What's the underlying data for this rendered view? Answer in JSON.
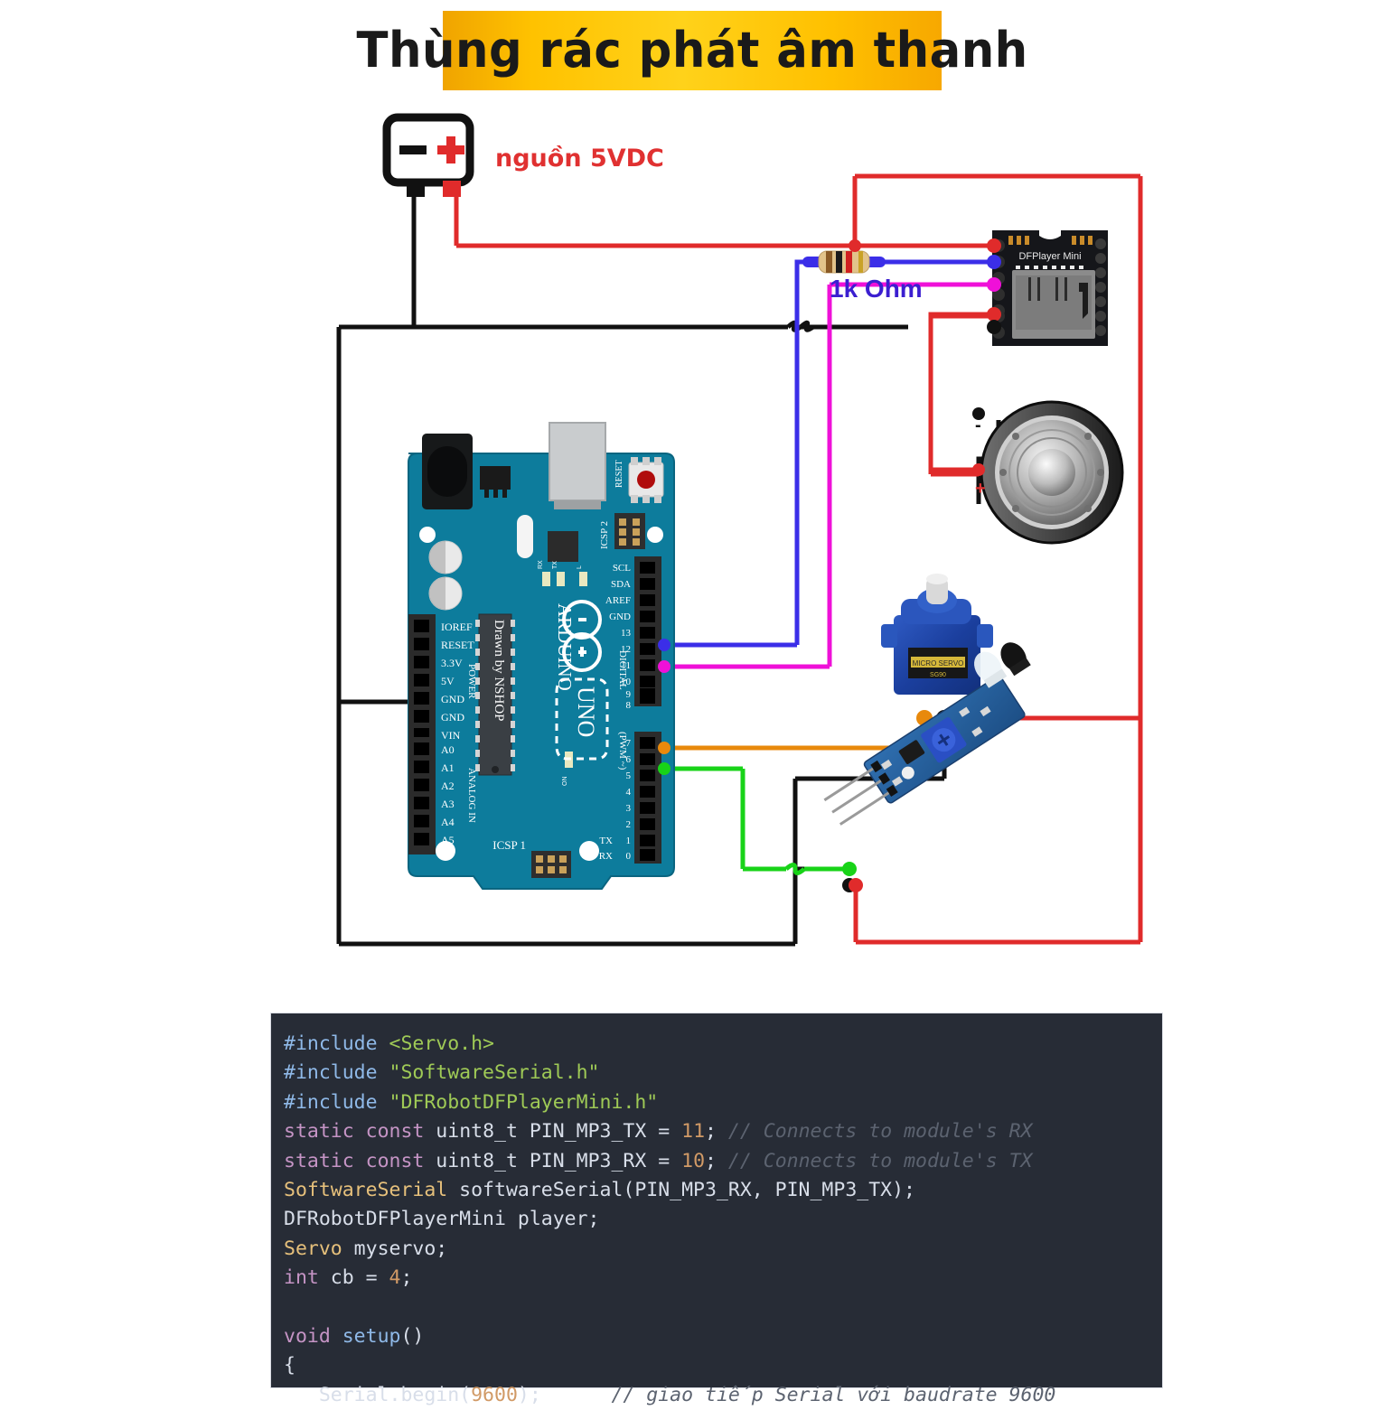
{
  "title": {
    "text": "Thùng rác phát âm thanh",
    "bg_start": "#f0a400",
    "bg_end": "#f7a800",
    "color": "#1a1a1a"
  },
  "diagram": {
    "labels": {
      "power_source": "nguồn 5VDC",
      "resistor": "1k Ohm",
      "speaker_minus": "-",
      "speaker_plus": "+"
    },
    "components": {
      "battery": {
        "name": "nguồn 5VDC",
        "minus": "−",
        "plus": "+"
      },
      "arduino": {
        "brand": "ARDUINO",
        "model": "UNO",
        "credit": "Drawn by NSHOP",
        "reset_label": "RESET",
        "icsp2": "ICSP 2",
        "icsp1": "ICSP 1",
        "power_header": "POWER",
        "analog_header": "ANALOG IN",
        "digital_header": "DIGITAL",
        "pwm_header": "(PWM ~)",
        "power_pins": [
          "IOREF",
          "RESET",
          "3.3V",
          "5V",
          "GND",
          "GND",
          "VIN"
        ],
        "analog_pins": [
          "A0",
          "A1",
          "A2",
          "A3",
          "A4",
          "A5"
        ],
        "digital_top_pins": [
          "SCL",
          "SDA",
          "AREF",
          "GND",
          "13",
          "12",
          "11",
          "10",
          "9",
          "8"
        ],
        "digital_bottom_pins": [
          "7",
          "6",
          "5",
          "4",
          "3",
          "2",
          "1",
          "0"
        ],
        "serial_tx": "TX",
        "serial_rx": "RX",
        "led_rx": "RX",
        "led_tx": "TX",
        "led_l": "L",
        "led_on": "ON"
      },
      "dfplayer": {
        "name": "DFPlayer Mini"
      },
      "speaker": {
        "name": "speaker"
      },
      "servo": {
        "name": "SG90 servo"
      },
      "ir_sensor": {
        "name": "IR obstacle sensor"
      },
      "resistor": {
        "value": "1k Ohm"
      }
    },
    "wire_colors": {
      "vcc_red": "#e02b2b",
      "gnd_black": "#111111",
      "pin11_blue": "#3b2ee8",
      "pin10_magenta": "#ef10d8",
      "pin5_orange": "#e8890c",
      "pin4_green": "#18d318"
    },
    "connections": [
      {
        "from": "battery +",
        "to": "DFPlayer VCC",
        "color": "red"
      },
      {
        "from": "battery -",
        "to": "Arduino GND",
        "color": "black"
      },
      {
        "from": "Arduino pin 11",
        "to": "DFPlayer RX via 1k Ohm",
        "color": "blue"
      },
      {
        "from": "Arduino pin 10",
        "to": "DFPlayer TX",
        "color": "magenta"
      },
      {
        "from": "DFPlayer SPK_1",
        "to": "Speaker +",
        "color": "red"
      },
      {
        "from": "DFPlayer SPK_2",
        "to": "Speaker -",
        "color": "black"
      },
      {
        "from": "Arduino pin 5",
        "to": "Servo signal",
        "color": "orange"
      },
      {
        "from": "Arduino pin 4",
        "to": "IR sensor OUT",
        "color": "green"
      },
      {
        "from": "Servo VCC / IR VCC",
        "to": "5VDC",
        "color": "red"
      },
      {
        "from": "Servo GND / IR GND",
        "to": "GND",
        "color": "black"
      }
    ]
  },
  "code": {
    "language": "arduino",
    "background": "#272c36",
    "lines": [
      [
        {
          "t": "#include ",
          "c": "k-pre"
        },
        {
          "t": "<Servo.h>",
          "c": "k-str"
        }
      ],
      [
        {
          "t": "#include ",
          "c": "k-pre"
        },
        {
          "t": "\"SoftwareSerial.h\"",
          "c": "k-str"
        }
      ],
      [
        {
          "t": "#include ",
          "c": "k-pre"
        },
        {
          "t": "\"DFRobotDFPlayerMini.h\"",
          "c": "k-str"
        }
      ],
      [
        {
          "t": "static",
          "c": "k-kw"
        },
        {
          "t": " ",
          "c": "k-pln"
        },
        {
          "t": "const",
          "c": "k-kw"
        },
        {
          "t": " uint8_t PIN_MP3_TX = ",
          "c": "k-pln"
        },
        {
          "t": "11",
          "c": "k-num"
        },
        {
          "t": "; ",
          "c": "k-pln"
        },
        {
          "t": "// Connects to module's RX",
          "c": "k-com"
        }
      ],
      [
        {
          "t": "static",
          "c": "k-kw"
        },
        {
          "t": " ",
          "c": "k-pln"
        },
        {
          "t": "const",
          "c": "k-kw"
        },
        {
          "t": " uint8_t PIN_MP3_RX = ",
          "c": "k-pln"
        },
        {
          "t": "10",
          "c": "k-num"
        },
        {
          "t": "; ",
          "c": "k-pln"
        },
        {
          "t": "// Connects to module's TX",
          "c": "k-com"
        }
      ],
      [
        {
          "t": "SoftwareSerial",
          "c": "k-typ"
        },
        {
          "t": " softwareSerial(PIN_MP3_RX, PIN_MP3_TX);",
          "c": "k-pln"
        }
      ],
      [
        {
          "t": "DFRobotDFPlayerMini player;",
          "c": "k-pln"
        }
      ],
      [
        {
          "t": "Servo",
          "c": "k-typ"
        },
        {
          "t": " myservo;",
          "c": "k-pln"
        }
      ],
      [
        {
          "t": "int",
          "c": "k-kw"
        },
        {
          "t": " cb = ",
          "c": "k-pln"
        },
        {
          "t": "4",
          "c": "k-num"
        },
        {
          "t": ";",
          "c": "k-pln"
        }
      ],
      [],
      [
        {
          "t": "void",
          "c": "k-kw"
        },
        {
          "t": " ",
          "c": "k-pln"
        },
        {
          "t": "setup",
          "c": "k-fn"
        },
        {
          "t": "()",
          "c": "k-pln"
        }
      ],
      [
        {
          "t": "{",
          "c": "k-pln"
        }
      ],
      [
        {
          "t": "   Serial.begin(",
          "c": "k-pln"
        },
        {
          "t": "9600",
          "c": "k-num"
        },
        {
          "t": ");      ",
          "c": "k-pln"
        },
        {
          "t": "// giao tiếp Serial với baudrate 9600",
          "c": "k-com"
        }
      ]
    ]
  }
}
